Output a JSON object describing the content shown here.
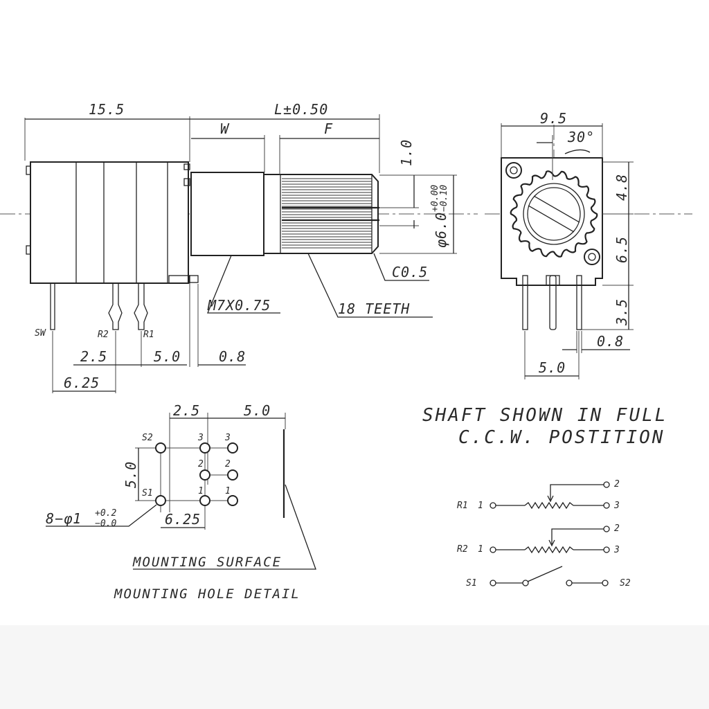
{
  "dimensions": {
    "d15_5": "15.5",
    "l_tol": "L±0.50",
    "w": "W",
    "f": "F",
    "d1_0": "1.0",
    "shaft_dia": "φ6.0",
    "shaft_tol_upper": "+0.00",
    "shaft_tol_lower": "−0.10",
    "c0_5": "C0.5",
    "m7": "M7X0.75",
    "teeth": "18 TEETH",
    "d2_5": "2.5",
    "d5_0": "5.0",
    "d0_8": "0.8",
    "d6_25": "6.25",
    "d9_5": "9.5",
    "angle30": "30°",
    "d4_8": "4.8",
    "d6_5": "6.5",
    "d3_5": "3.5",
    "d0_8b": "0.8",
    "d5_0b": "5.0"
  },
  "pins_side": {
    "sw": "SW",
    "r2": "R2",
    "r1": "R1"
  },
  "mounting": {
    "d2_5": "2.5",
    "d5_0_top": "5.0",
    "d5_0_left": "5.0",
    "d6_25": "6.25",
    "s2": "S2",
    "s1": "S1",
    "n3a": "3",
    "n3b": "3",
    "n2a": "2",
    "n2b": "2",
    "n1a": "1",
    "n1b": "1",
    "holes_prefix": "8−φ1",
    "holes_tol_upper": "+0.2",
    "holes_tol_lower": "−0.0",
    "surface_label": "MOUNTING SURFACE",
    "detail_label": "MOUNTING HOLE DETAIL"
  },
  "note": {
    "line1": "SHAFT SHOWN IN FULL",
    "line2": "C.C.W. POSTITION"
  },
  "schematic": {
    "r1_label": "R1",
    "r1_pin1": "1",
    "r1_pin2": "2",
    "r1_pin3": "3",
    "r2_label": "R2",
    "r2_pin1": "1",
    "r2_pin2": "2",
    "r2_pin3": "3",
    "s1": "S1",
    "s2": "S2"
  }
}
